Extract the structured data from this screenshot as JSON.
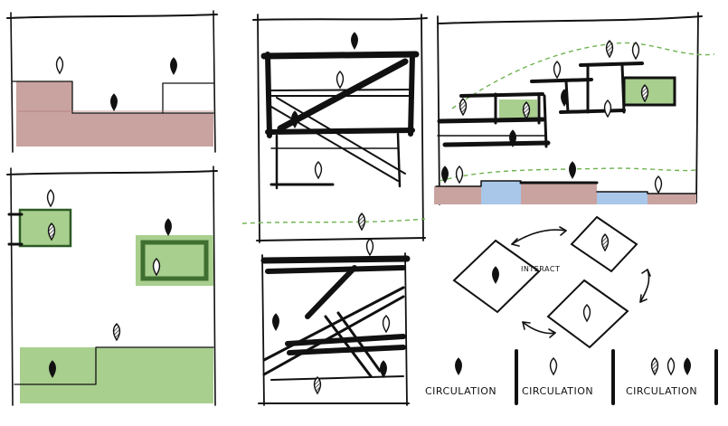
{
  "colors": {
    "ink": "#111111",
    "brown": "#c9a3a0",
    "green": "#a8cf8e",
    "green_dark": "#3f6f31",
    "blue": "#a9c7e8",
    "dashed_green": "#6fb24f"
  },
  "figure_icons": [
    "solid-figure-icon",
    "outline-figure-icon",
    "hatched-figure-icon"
  ],
  "center_text": "INTERACT",
  "legend": [
    {
      "label": "CIRCULATION",
      "icons": [
        "solid-figure-icon"
      ]
    },
    {
      "label": "CIRCULATION",
      "icons": [
        "outline-figure-icon"
      ]
    },
    {
      "label": "CIRCULATION",
      "icons": [
        "hatched-figure-icon",
        "outline-figure-icon",
        "solid-figure-icon"
      ]
    }
  ]
}
